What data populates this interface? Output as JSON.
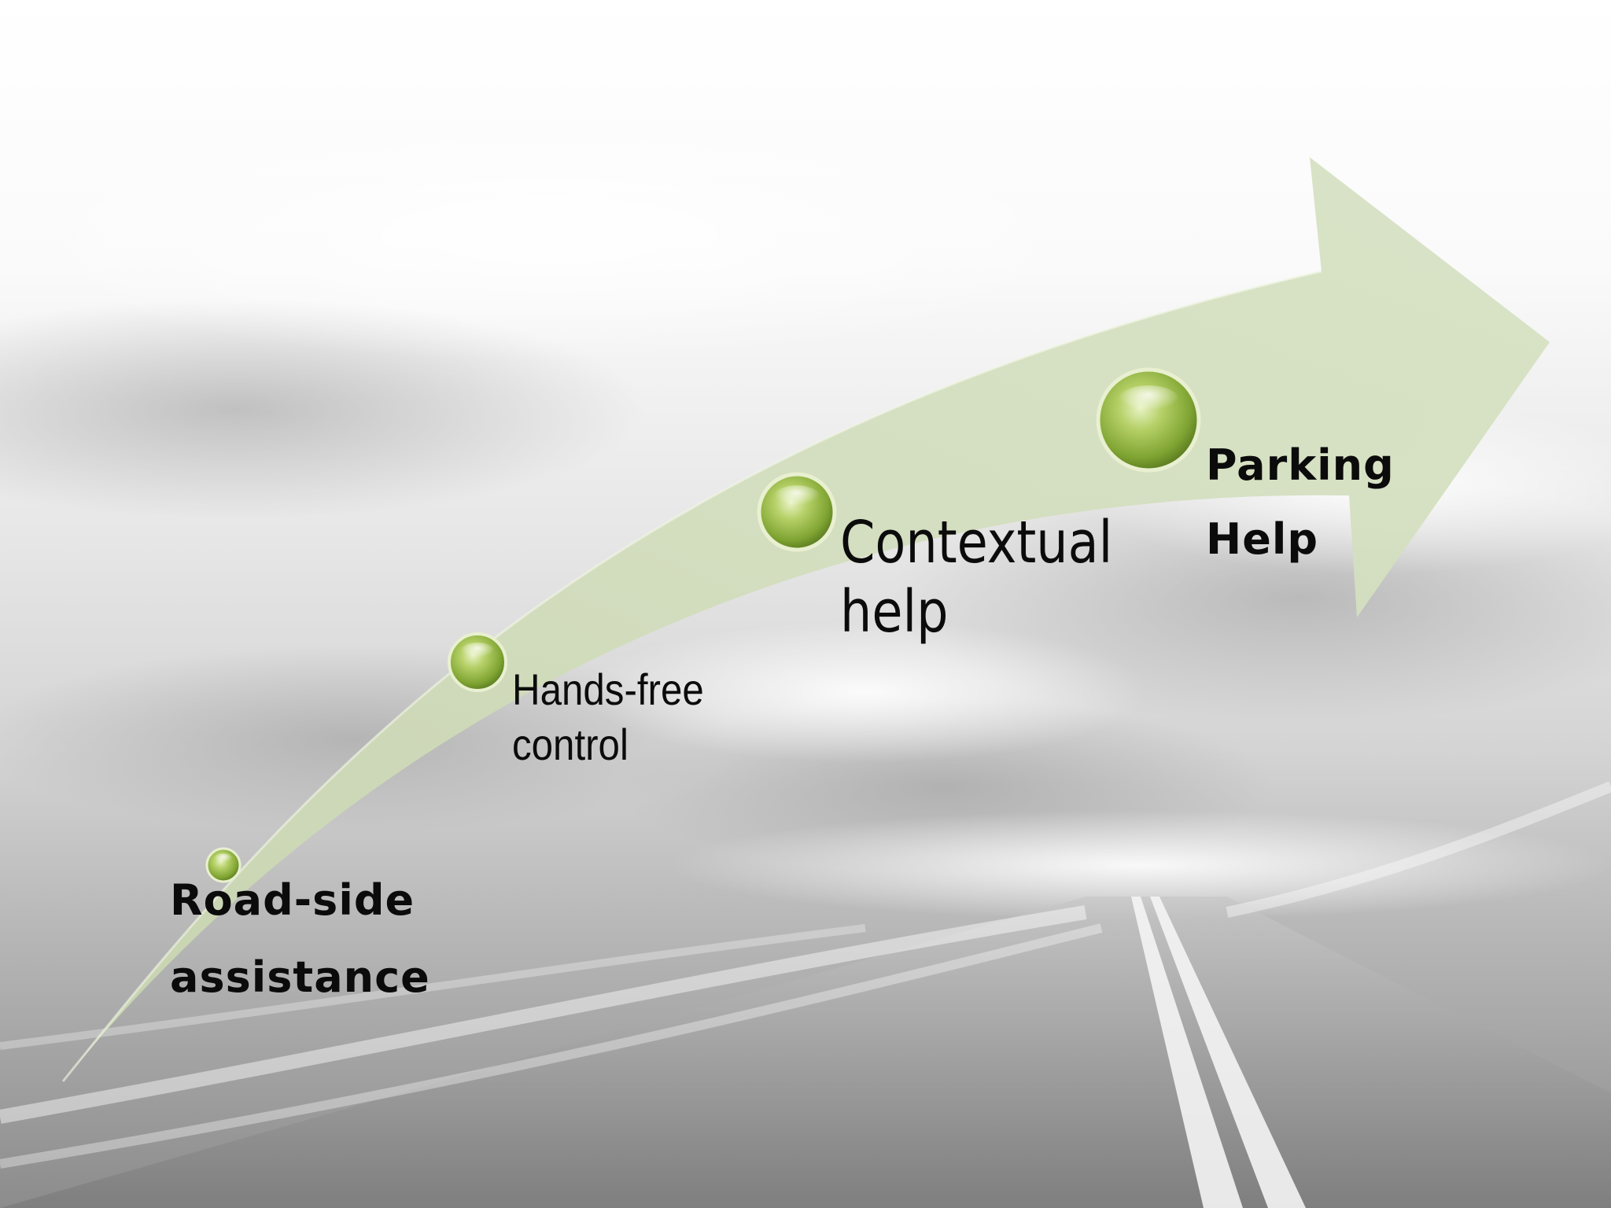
{
  "diagram": {
    "steps": [
      {
        "line1": "Road-side",
        "line2": "assistance"
      },
      {
        "line1": "Hands-free",
        "line2": "control"
      },
      {
        "line1": "Contextual",
        "line2": "help"
      },
      {
        "line1": "Parking",
        "line2": "Help"
      }
    ]
  },
  "colors": {
    "arrow_fill": "#d4dfbf",
    "bubble_green": "#8bb13d",
    "text": "#0b0b0b",
    "road_gray": "#8a8a8a"
  }
}
